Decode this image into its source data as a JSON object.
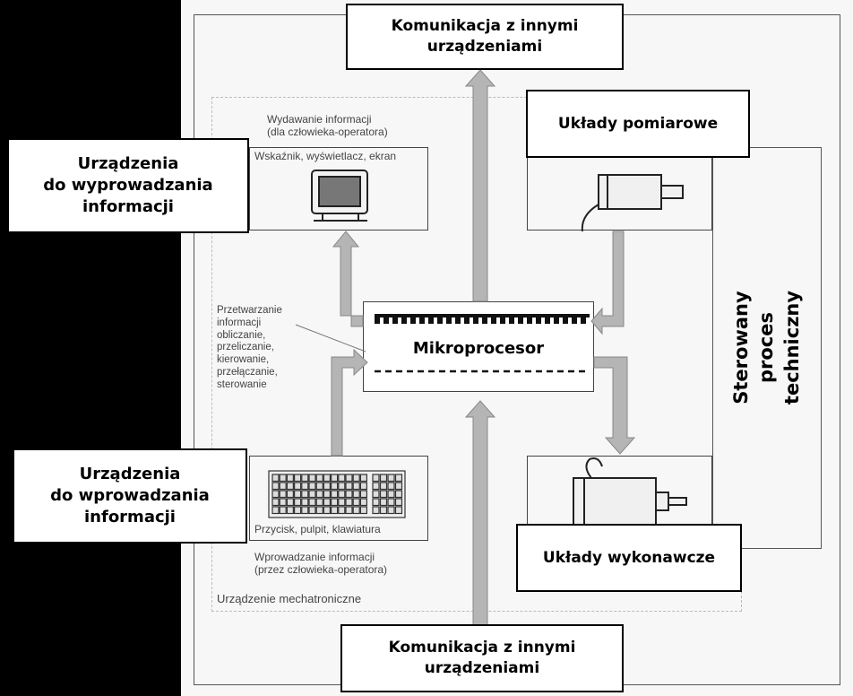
{
  "callouts": {
    "top_communication": "Komunikacja z innymi\nurządzeniami",
    "bottom_communication": "Komunikacja z innymi\nurządzeniami",
    "measuring_systems": "Układy pomiarowe",
    "output_devices": "Urządzenia\ndo wyprowadzania\ninformacji",
    "input_devices": "Urządzenia\ndo wprowadzania\ninformacji",
    "actuators": "Układy wykonawcze"
  },
  "processor": {
    "label": "Mikroprocesor"
  },
  "process": {
    "label": "Sterowany proces\ntechniczny"
  },
  "captions": {
    "output_info": "Wydawanie informacji\n(dla człowieka-operatora)",
    "display_devices": "Wskaźnik, wyświetlacz, ekran",
    "processing": "Przetwarzanie\ninformacji\nobliczanie,\nprzeliczanie,\nkierowanie,\nprzełączanie,\nsterowanie",
    "keyboard_devices": "Przycisk, pulpit, klawiatura",
    "input_info": "Wprowadzanie informacji\n(przez człowieka-operatora)",
    "mechatronic_device": "Urządzenie mechatroniczne"
  },
  "colors": {
    "arrow": "#b5b5b5",
    "background": "#000000",
    "panel": "#f7f7f7"
  }
}
